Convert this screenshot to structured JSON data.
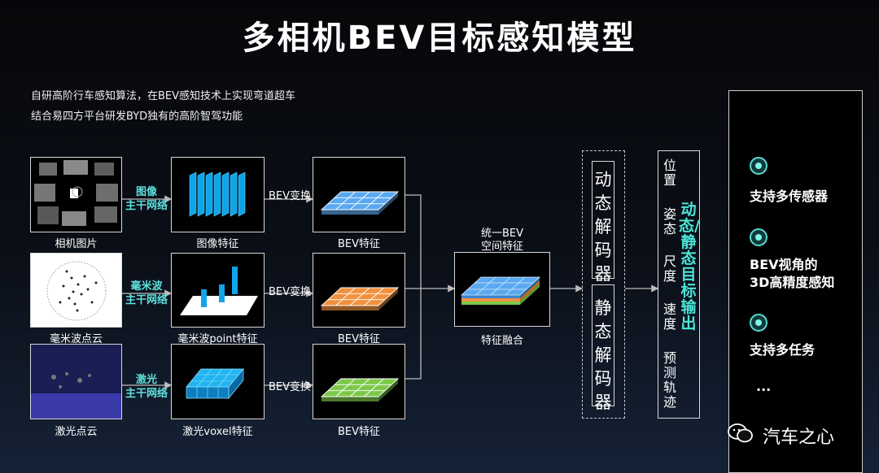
{
  "title": "多相机BEV目标感知模型",
  "intro": [
    "自研高阶行车感知算法，在BEV感知技术上实现弯道超车",
    "结合易四方平台研发BYD独有的高阶智驾功能"
  ],
  "rows": [
    {
      "input_label": "相机图片",
      "backbone": [
        "图像",
        "主干网络"
      ],
      "feature_label": "图像特征",
      "transform": "BEV变换",
      "bev_label": "BEV特征",
      "grid_color": "#5aa9f0"
    },
    {
      "input_label": "毫米波点云",
      "backbone": [
        "毫米波",
        "主干网络"
      ],
      "feature_label": "毫米波point特征",
      "transform": "BEV变换",
      "bev_label": "BEV特征",
      "grid_color": "#f2913d"
    },
    {
      "input_label": "激光点云",
      "backbone": [
        "激光",
        "主干网络"
      ],
      "feature_label": "激光voxel特征",
      "transform": "BEV变换",
      "bev_label": "BEV特征",
      "grid_color": "#7cc94a"
    }
  ],
  "fusion": {
    "top_label": [
      "统一BEV",
      "空间特征"
    ],
    "bottom_label": "特征融合"
  },
  "decoders": {
    "dynamic": "动态解码器",
    "static": "静态解码器"
  },
  "outputs": [
    "位置",
    "姿态",
    "尺度",
    "速度",
    "预测轨迹"
  ],
  "output_title": "动态/静态目标输出",
  "features": [
    "支持多传感器",
    "BEV视角的",
    "3D高精度感知",
    "支持多任务",
    "..."
  ],
  "watermark": "汽车之心",
  "colors": {
    "accent": "#5ee0dc",
    "title_accent": "#4be6d8",
    "camera_feature": "#0ea5e9",
    "lidar_voxel": "#0ea5e9"
  }
}
